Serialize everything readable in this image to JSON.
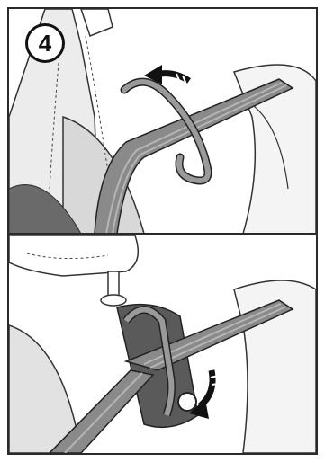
{
  "step": {
    "number": "4"
  },
  "panels": [
    {
      "name": "top",
      "arrow_icon": "curved-arrow-left-icon"
    },
    {
      "name": "bottom",
      "arrow_icon": "curved-arrow-down-icon"
    }
  ],
  "colors": {
    "outline": "#2a2a2a",
    "belt": "#8a8a8a",
    "belt_stripe": "#b5b5b5",
    "seat_shade": "#d0d0d0",
    "seat_dark": "#5a5a5a"
  }
}
